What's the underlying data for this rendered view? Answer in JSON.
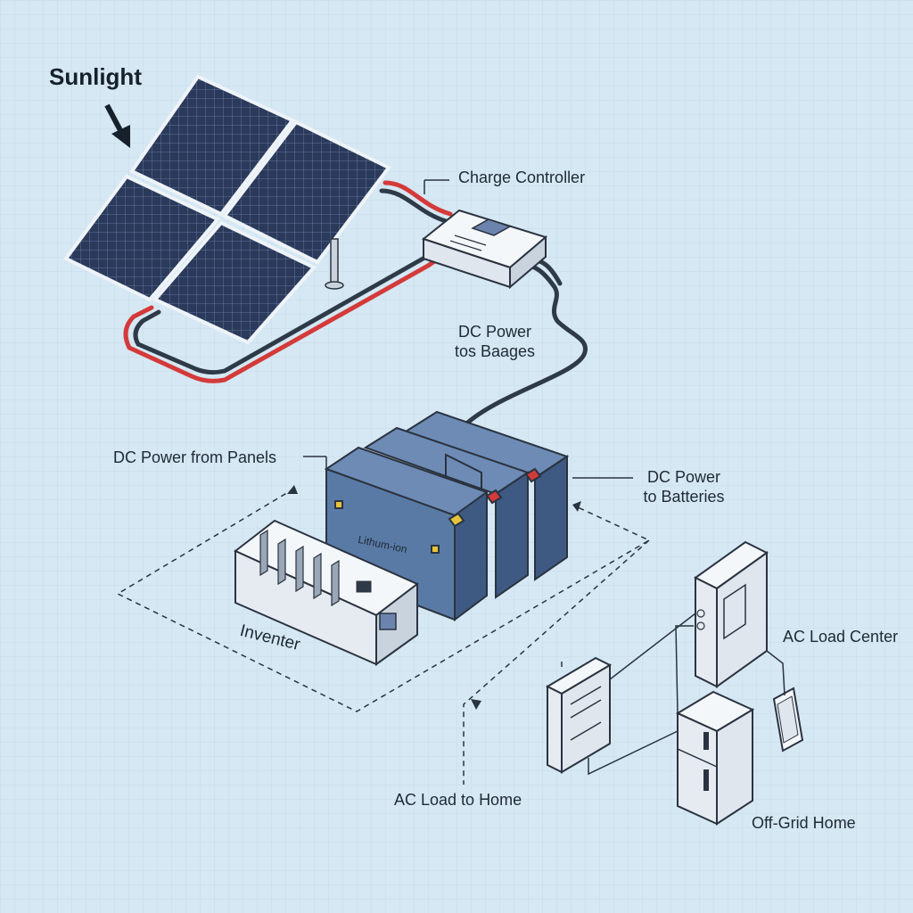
{
  "labels": {
    "sunlight": "Sunlight",
    "charge_controller": "Charge Controller",
    "dc_power_tos_line1": "DC Power",
    "dc_power_tos_line2": "tos Baages",
    "dc_power_from_panels": "DC Power from Panels",
    "dc_power_to_batteries_line1": "DC Power",
    "dc_power_to_batteries_line2": "to Batteries",
    "battery_label": "Lithum-ion",
    "inverter": "Inventer",
    "ac_load_center": "AC Load Center",
    "ac_load_to_home": "AC Load to Home",
    "off_grid_home": "Off-Grid Home"
  },
  "colors": {
    "background": "#d6e8f3",
    "panel_cell": "#2d3b5a",
    "panel_frame": "#eef3f8",
    "battery": "#5a7aa6",
    "battery_dark": "#3e5a82",
    "cable_red": "#d43a3a",
    "cable_dark": "#2f3a48",
    "device_body": "#eef2f6",
    "outline": "#2a3340"
  }
}
